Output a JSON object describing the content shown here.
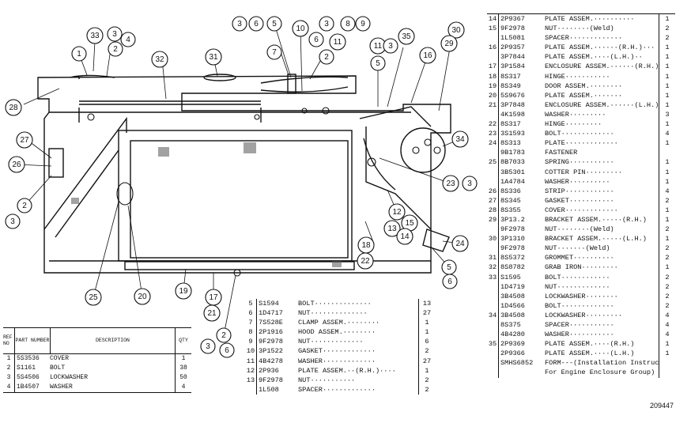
{
  "callouts": [
    {
      "id": "c33",
      "label": "33"
    },
    {
      "id": "c3a",
      "label": "3"
    },
    {
      "id": "c4a",
      "label": "4"
    },
    {
      "id": "c1a",
      "label": "1"
    },
    {
      "id": "c2a",
      "label": "2"
    },
    {
      "id": "c28",
      "label": "28"
    },
    {
      "id": "c32",
      "label": "32"
    },
    {
      "id": "c31",
      "label": "31"
    },
    {
      "id": "c3b",
      "label": "3"
    },
    {
      "id": "c6a",
      "label": "6"
    },
    {
      "id": "c5a",
      "label": "5"
    },
    {
      "id": "c7",
      "label": "7"
    },
    {
      "id": "c10",
      "label": "10"
    },
    {
      "id": "c3c",
      "label": "3"
    },
    {
      "id": "c8",
      "label": "8"
    },
    {
      "id": "c9",
      "label": "9"
    },
    {
      "id": "c6b",
      "label": "6"
    },
    {
      "id": "c11a",
      "label": "11"
    },
    {
      "id": "c2b",
      "label": "2"
    },
    {
      "id": "c11b",
      "label": "11"
    },
    {
      "id": "c3d",
      "label": "3"
    },
    {
      "id": "c35",
      "label": "35"
    },
    {
      "id": "c5b",
      "label": "5"
    },
    {
      "id": "c16",
      "label": "16"
    },
    {
      "id": "c30",
      "label": "30"
    },
    {
      "id": "c29",
      "label": "29"
    },
    {
      "id": "c34",
      "label": "34"
    },
    {
      "id": "c27",
      "label": "27"
    },
    {
      "id": "c26",
      "label": "26"
    },
    {
      "id": "c2c",
      "label": "2"
    },
    {
      "id": "c3e",
      "label": "3"
    },
    {
      "id": "c23",
      "label": "23"
    },
    {
      "id": "c3f",
      "label": "3"
    },
    {
      "id": "c12",
      "label": "12"
    },
    {
      "id": "c15",
      "label": "15"
    },
    {
      "id": "c13",
      "label": "13"
    },
    {
      "id": "c14",
      "label": "14"
    },
    {
      "id": "c24",
      "label": "24"
    },
    {
      "id": "c18",
      "label": "18"
    },
    {
      "id": "c22",
      "label": "22"
    },
    {
      "id": "c5c",
      "label": "5"
    },
    {
      "id": "c6c",
      "label": "6"
    },
    {
      "id": "c25",
      "label": "25"
    },
    {
      "id": "c20",
      "label": "20"
    },
    {
      "id": "c19",
      "label": "19"
    },
    {
      "id": "c17",
      "label": "17"
    },
    {
      "id": "c21",
      "label": "21"
    },
    {
      "id": "c2d",
      "label": "2"
    },
    {
      "id": "c3g",
      "label": "3"
    },
    {
      "id": "c6d",
      "label": "6"
    }
  ],
  "left_table": {
    "headers": {
      "ref": "REF NO",
      "part": "PART NUMBER",
      "desc": "DESCRIPTION",
      "qty": "QTY"
    },
    "rows": [
      {
        "ref": "1",
        "pn": "5S3536",
        "desc": "COVER",
        "qty": "1"
      },
      {
        "ref": "2",
        "pn": "S1161",
        "desc": "BOLT",
        "qty": "38"
      },
      {
        "ref": "3",
        "pn": "5S4506",
        "desc": "LOCKWASHER",
        "qty": "50"
      },
      {
        "ref": "4",
        "pn": "1B4507",
        "desc": "WASHER",
        "qty": "4"
      }
    ]
  },
  "middle_table": {
    "rows": [
      {
        "ref": "5",
        "pn": "S1594",
        "desc": "BOLT··············",
        "qty": "13"
      },
      {
        "ref": "6",
        "pn": "1D4717",
        "desc": "NUT··············",
        "qty": "27"
      },
      {
        "ref": "7",
        "pn": "7S528E",
        "desc": "CLAMP ASSEM.········",
        "qty": "1"
      },
      {
        "ref": "8",
        "pn": "2P1916",
        "desc": "HOOD ASSEM.········",
        "qty": "1"
      },
      {
        "ref": "9",
        "pn": "9F2978",
        "desc": "NUT·············",
        "qty": "6"
      },
      {
        "ref": "10",
        "pn": "3P1522",
        "desc": "GASKET·············",
        "qty": "2"
      },
      {
        "ref": "11",
        "pn": "4B4278",
        "desc": "WASHER·············",
        "qty": "27"
      },
      {
        "ref": "12",
        "pn": "2P936",
        "desc": "PLATE ASSEM.··(R.H.)····",
        "qty": "1"
      },
      {
        "ref": "13",
        "pn": "9F2978",
        "desc": "NUT···········",
        "qty": "2"
      },
      {
        "ref": "",
        "pn": "1L508",
        "desc": "SPACER·············",
        "qty": "2"
      }
    ]
  },
  "right_table": {
    "rows": [
      {
        "ref": "14",
        "pn": "2P9367",
        "desc": "PLATE ASSEM.··········",
        "qty": "1"
      },
      {
        "ref": "15",
        "pn": "9F2978",
        "desc": "NUT········(Weld)",
        "qty": "2"
      },
      {
        "ref": "",
        "pn": "1L5081",
        "desc": "SPACER·············",
        "qty": "2"
      },
      {
        "ref": "16",
        "pn": "2P9357",
        "desc": "PLATE ASSEM.······(R.H.)···",
        "qty": "1"
      },
      {
        "ref": "",
        "pn": "3P7844",
        "desc": "PLATE ASSEM.····(L.H.)··",
        "qty": "1"
      },
      {
        "ref": "17",
        "pn": "3P1584",
        "desc": "ENCLOSURE ASSEM.······(R.H.)",
        "qty": "1"
      },
      {
        "ref": "18",
        "pn": "8S317",
        "desc": "HINGE···········",
        "qty": "1"
      },
      {
        "ref": "19",
        "pn": "8S349",
        "desc": "DOOR ASSEM.········",
        "qty": "1"
      },
      {
        "ref": "20",
        "pn": "5S9676",
        "desc": "PLATE ASSEM.·······",
        "qty": "1"
      },
      {
        "ref": "21",
        "pn": "3P7848",
        "desc": "ENCLOSURE ASSEM.······(L.H.)",
        "qty": "1"
      },
      {
        "ref": "",
        "pn": "4K1598",
        "desc": "WASHER·········",
        "qty": "3"
      },
      {
        "ref": "22",
        "pn": "8S317",
        "desc": "HINGE·········",
        "qty": "1"
      },
      {
        "ref": "23",
        "pn": "3S1593",
        "desc": "BOLT·············",
        "qty": "4"
      },
      {
        "ref": "24",
        "pn": "8S313",
        "desc": "PLATE·············",
        "qty": "1"
      },
      {
        "ref": "",
        "pn": "9B1783",
        "desc": "FASTENER",
        "qty": ""
      },
      {
        "ref": "25",
        "pn": "8B7033",
        "desc": "SPRING···········",
        "qty": "1"
      },
      {
        "ref": "",
        "pn": "3B5301",
        "desc": "COTTER PIN·········",
        "qty": "1"
      },
      {
        "ref": "",
        "pn": "1A4784",
        "desc": "WASHER··········",
        "qty": "1"
      },
      {
        "ref": "26",
        "pn": "8S336",
        "desc": "STRIP············",
        "qty": "4"
      },
      {
        "ref": "27",
        "pn": "8S345",
        "desc": "GASKET···········",
        "qty": "2"
      },
      {
        "ref": "28",
        "pn": "8S355",
        "desc": "COVER·············",
        "qty": "1"
      },
      {
        "ref": "29",
        "pn": "3P13.2",
        "desc": "BRACKET ASSEM.·····(R.H.)",
        "qty": "1"
      },
      {
        "ref": "",
        "pn": "9F2978",
        "desc": "NUT········(Weld)",
        "qty": "2"
      },
      {
        "ref": "30",
        "pn": "3P1310",
        "desc": "BRACKET ASSEM.·····(L.H.)",
        "qty": "1"
      },
      {
        "ref": "",
        "pn": "9F2978",
        "desc": "NUT·······(Weld)",
        "qty": "2"
      },
      {
        "ref": "31",
        "pn": "8S5372",
        "desc": "GROMMET··········",
        "qty": "2"
      },
      {
        "ref": "32",
        "pn": "8S8782",
        "desc": "GRAB IRON·········",
        "qty": "1"
      },
      {
        "ref": "33",
        "pn": "S1595",
        "desc": "BOLT············",
        "qty": "2"
      },
      {
        "ref": "",
        "pn": "1D4719",
        "desc": "NUT·············",
        "qty": "2"
      },
      {
        "ref": "",
        "pn": "3B4508",
        "desc": "LOCKWASHER········",
        "qty": "2"
      },
      {
        "ref": "",
        "pn": "1D4566",
        "desc": "BOLT·············",
        "qty": "2"
      },
      {
        "ref": "34",
        "pn": "3B4508",
        "desc": "LOCKWASHER·········",
        "qty": "4"
      },
      {
        "ref": "",
        "pn": "8S375",
        "desc": "SPACER···········",
        "qty": "4"
      },
      {
        "ref": "",
        "pn": "4B4280",
        "desc": "WASHER···········",
        "qty": "4"
      },
      {
        "ref": "35",
        "pn": "2P9369",
        "desc": "PLATE ASSEM.····(R.H.)",
        "qty": "1"
      },
      {
        "ref": "",
        "pn": "2P9366",
        "desc": "PLATE ASSEM.····(L.H.)",
        "qty": "1"
      },
      {
        "ref": "",
        "pn": "SMHS6852",
        "desc": "FORM---(Installation Instructions",
        "qty": ""
      },
      {
        "ref": "",
        "pn": "",
        "desc": "For Engine Enclosure Group)",
        "qty": ""
      }
    ]
  },
  "figure_number": "209447"
}
